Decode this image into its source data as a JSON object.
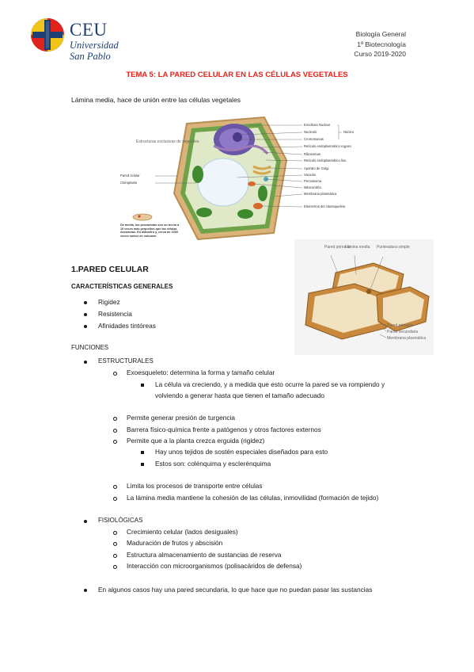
{
  "header": {
    "logo_name": "CEU",
    "logo_sub1": "Universidad",
    "logo_sub2": "San Pablo",
    "right_lines": [
      "Biología General",
      "1º Biotecnología",
      "Curso 2019-2020"
    ]
  },
  "title": "TEMA 5: LA PARED CELULAR EN LAS CÉLULAS VEGETALES",
  "intro": "Lámina media, hace de unión entre las células vegetales",
  "figure1": {
    "labels_right": [
      "Envoltura Nuclear",
      "Nucleolo",
      "Cromosomas",
      "Retículo endoplasmático rugoso",
      "Ribosomas",
      "Retículo endoplasmático liso",
      "Aparato de Golgi",
      "Vacuola",
      "Peroxisoma",
      "Mitocondria",
      "Membrana plasmática",
      "Elementos del citoesqueleto"
    ],
    "bracket_label": "Núcleo",
    "labels_left": [
      "Estructuras exclusivas de vegetales",
      "Pared celular",
      "Cloroplasto"
    ],
    "caption": "De media, los procariotas son un tercio a 10 veces más pequeños que las células eucariotas. En diámetro y, cerca de 1000 veces menor en volumen."
  },
  "figure2": {
    "labels_top": [
      "Pared primaria",
      "Lámina media",
      "Punteadura simple"
    ],
    "labels_right": [
      "Pared primaria",
      "Pared secundaria",
      "Membrana plasmática"
    ]
  },
  "section1": {
    "heading": "1.PARED CELULAR",
    "caracteristicas": {
      "heading": "CARACTERÍSTICAS GENERALES",
      "items": [
        "Rigidez",
        "Resistencia",
        "Afinidades tintóreas"
      ]
    },
    "funciones": {
      "heading": "FUNCIONES",
      "estructurales": {
        "label": "ESTRUCTURALES",
        "items": [
          "Exoesqueleto: determina la forma y tamaño celular",
          "Permite generar presión de turgencia",
          "Barrera físico-química frente a patógenos y otros factores externos",
          "Permite que a la planta crezca erguida (rigidez)",
          "Limita los procesos de transporte entre células",
          "La lámina media mantiene la cohesión de las células, inmovilidad (formación de tejido)"
        ],
        "sub1": [
          "La célula va creciendo, y a medida que esto ocurre la pared se va rompiendo y",
          "volviendo a generar hasta que tienen el tamaño adecuado"
        ],
        "sub2": [
          "Hay unos tejidos de sostén especiales diseñados para esto",
          "Estos son: colénquima y esclerénquima"
        ]
      },
      "fisiologicas": {
        "label": "FISIOLÓGICAS",
        "items": [
          "Crecimiento celular (lados desiguales)",
          "Maduración de frutos y abscisión",
          "Estructura almacenamiento de sustancias de reserva",
          "Interacción con microorganismos (polisacáridos de defensa)"
        ]
      },
      "final": "En algunos casos hay una pared secundaria, lo que hace que no puedan pasar las sustancias"
    }
  }
}
